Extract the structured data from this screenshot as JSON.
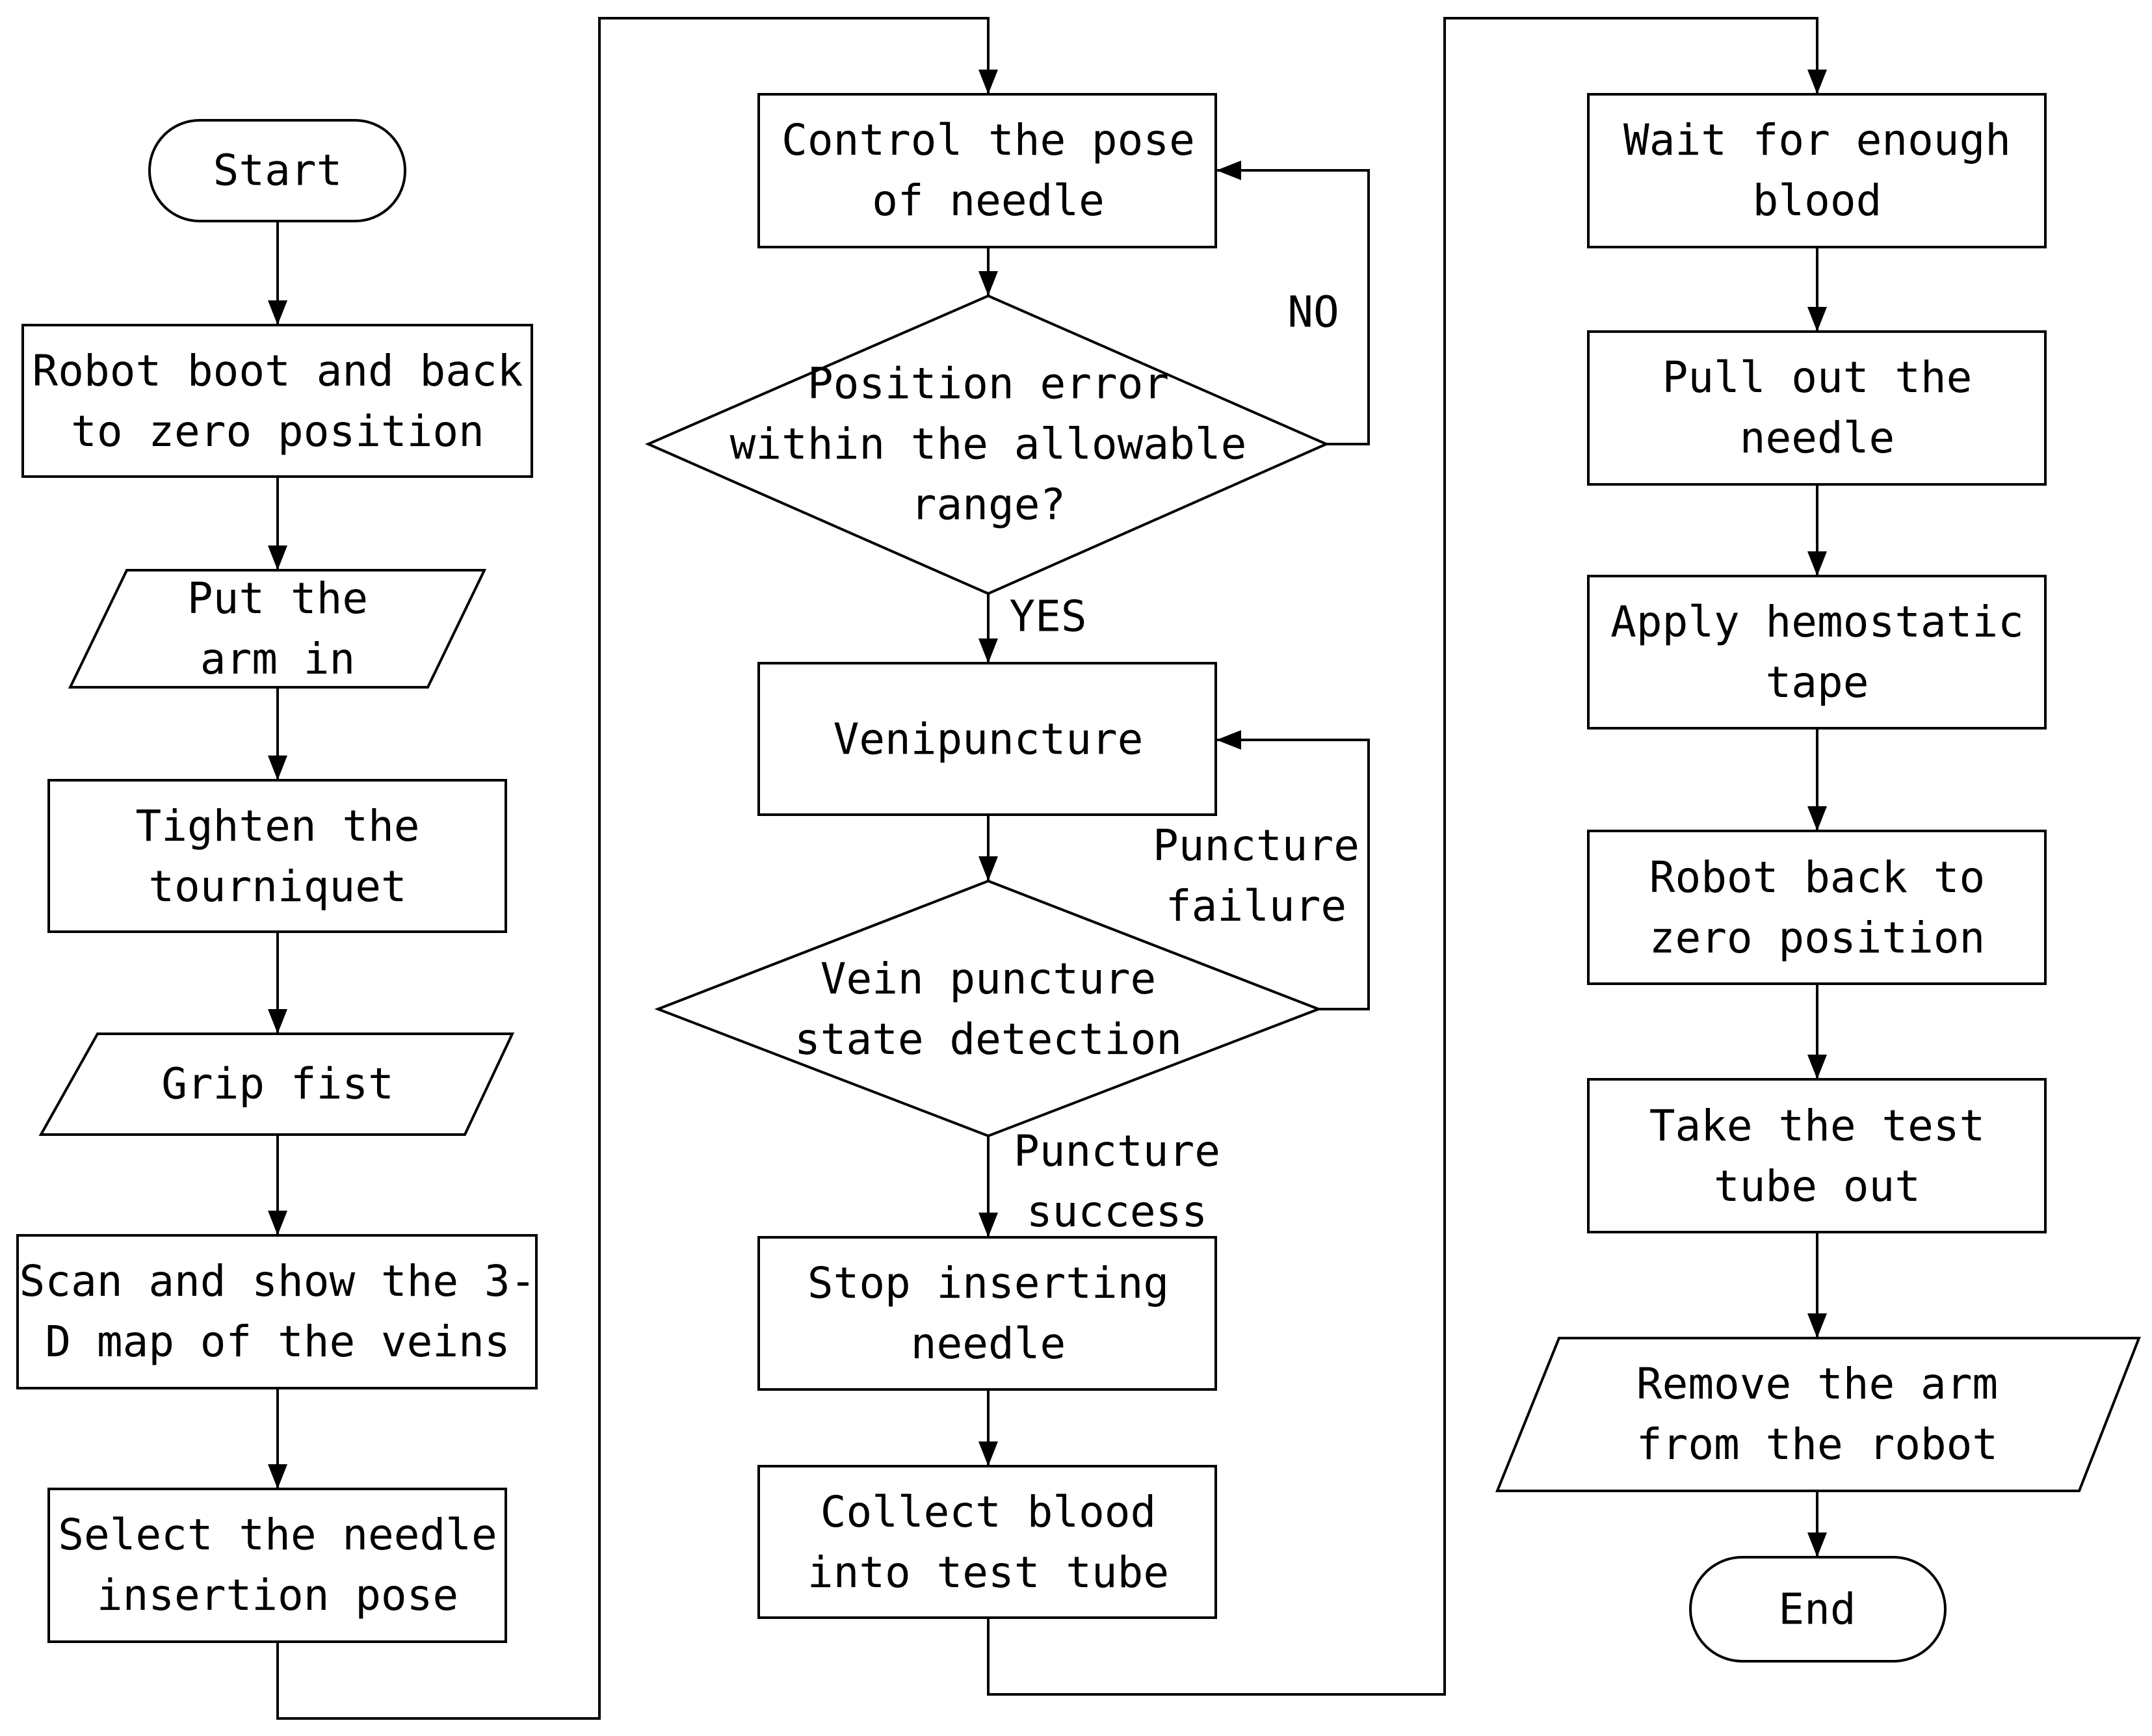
{
  "nodes": {
    "start": [
      "Start"
    ],
    "robot_boot": [
      "Robot boot and back",
      "to zero position"
    ],
    "put_arm": [
      "Put the",
      "arm in"
    ],
    "tighten": [
      "Tighten the",
      "tourniquet"
    ],
    "grip": [
      "Grip fist"
    ],
    "scan": [
      "Scan and show the 3-",
      "D map of the veins"
    ],
    "select_pose": [
      "Select the needle",
      "insertion pose"
    ],
    "control_pose": [
      "Control the pose",
      "of needle"
    ],
    "position_check": [
      "Position error",
      "within the allowable",
      "range?"
    ],
    "venipuncture": [
      "Venipuncture"
    ],
    "state_detection": [
      "Vein puncture",
      "state detection"
    ],
    "stop_inserting": [
      "Stop inserting",
      "needle"
    ],
    "collect_blood": [
      "Collect blood",
      "into test tube"
    ],
    "wait_blood": [
      "Wait for enough",
      "blood"
    ],
    "pull_needle": [
      "Pull out the",
      "needle"
    ],
    "apply_tape": [
      "Apply hemostatic",
      "tape"
    ],
    "robot_back": [
      "Robot back to",
      "zero position"
    ],
    "take_tube": [
      "Take the test",
      "tube out"
    ],
    "remove_arm": [
      "Remove the arm",
      "from the robot"
    ],
    "end": [
      "End"
    ]
  },
  "edge_labels": {
    "no": [
      "NO"
    ],
    "yes": [
      "YES"
    ],
    "puncture_failure": [
      "Puncture",
      "failure"
    ],
    "puncture_success": [
      "Puncture",
      "success"
    ]
  }
}
